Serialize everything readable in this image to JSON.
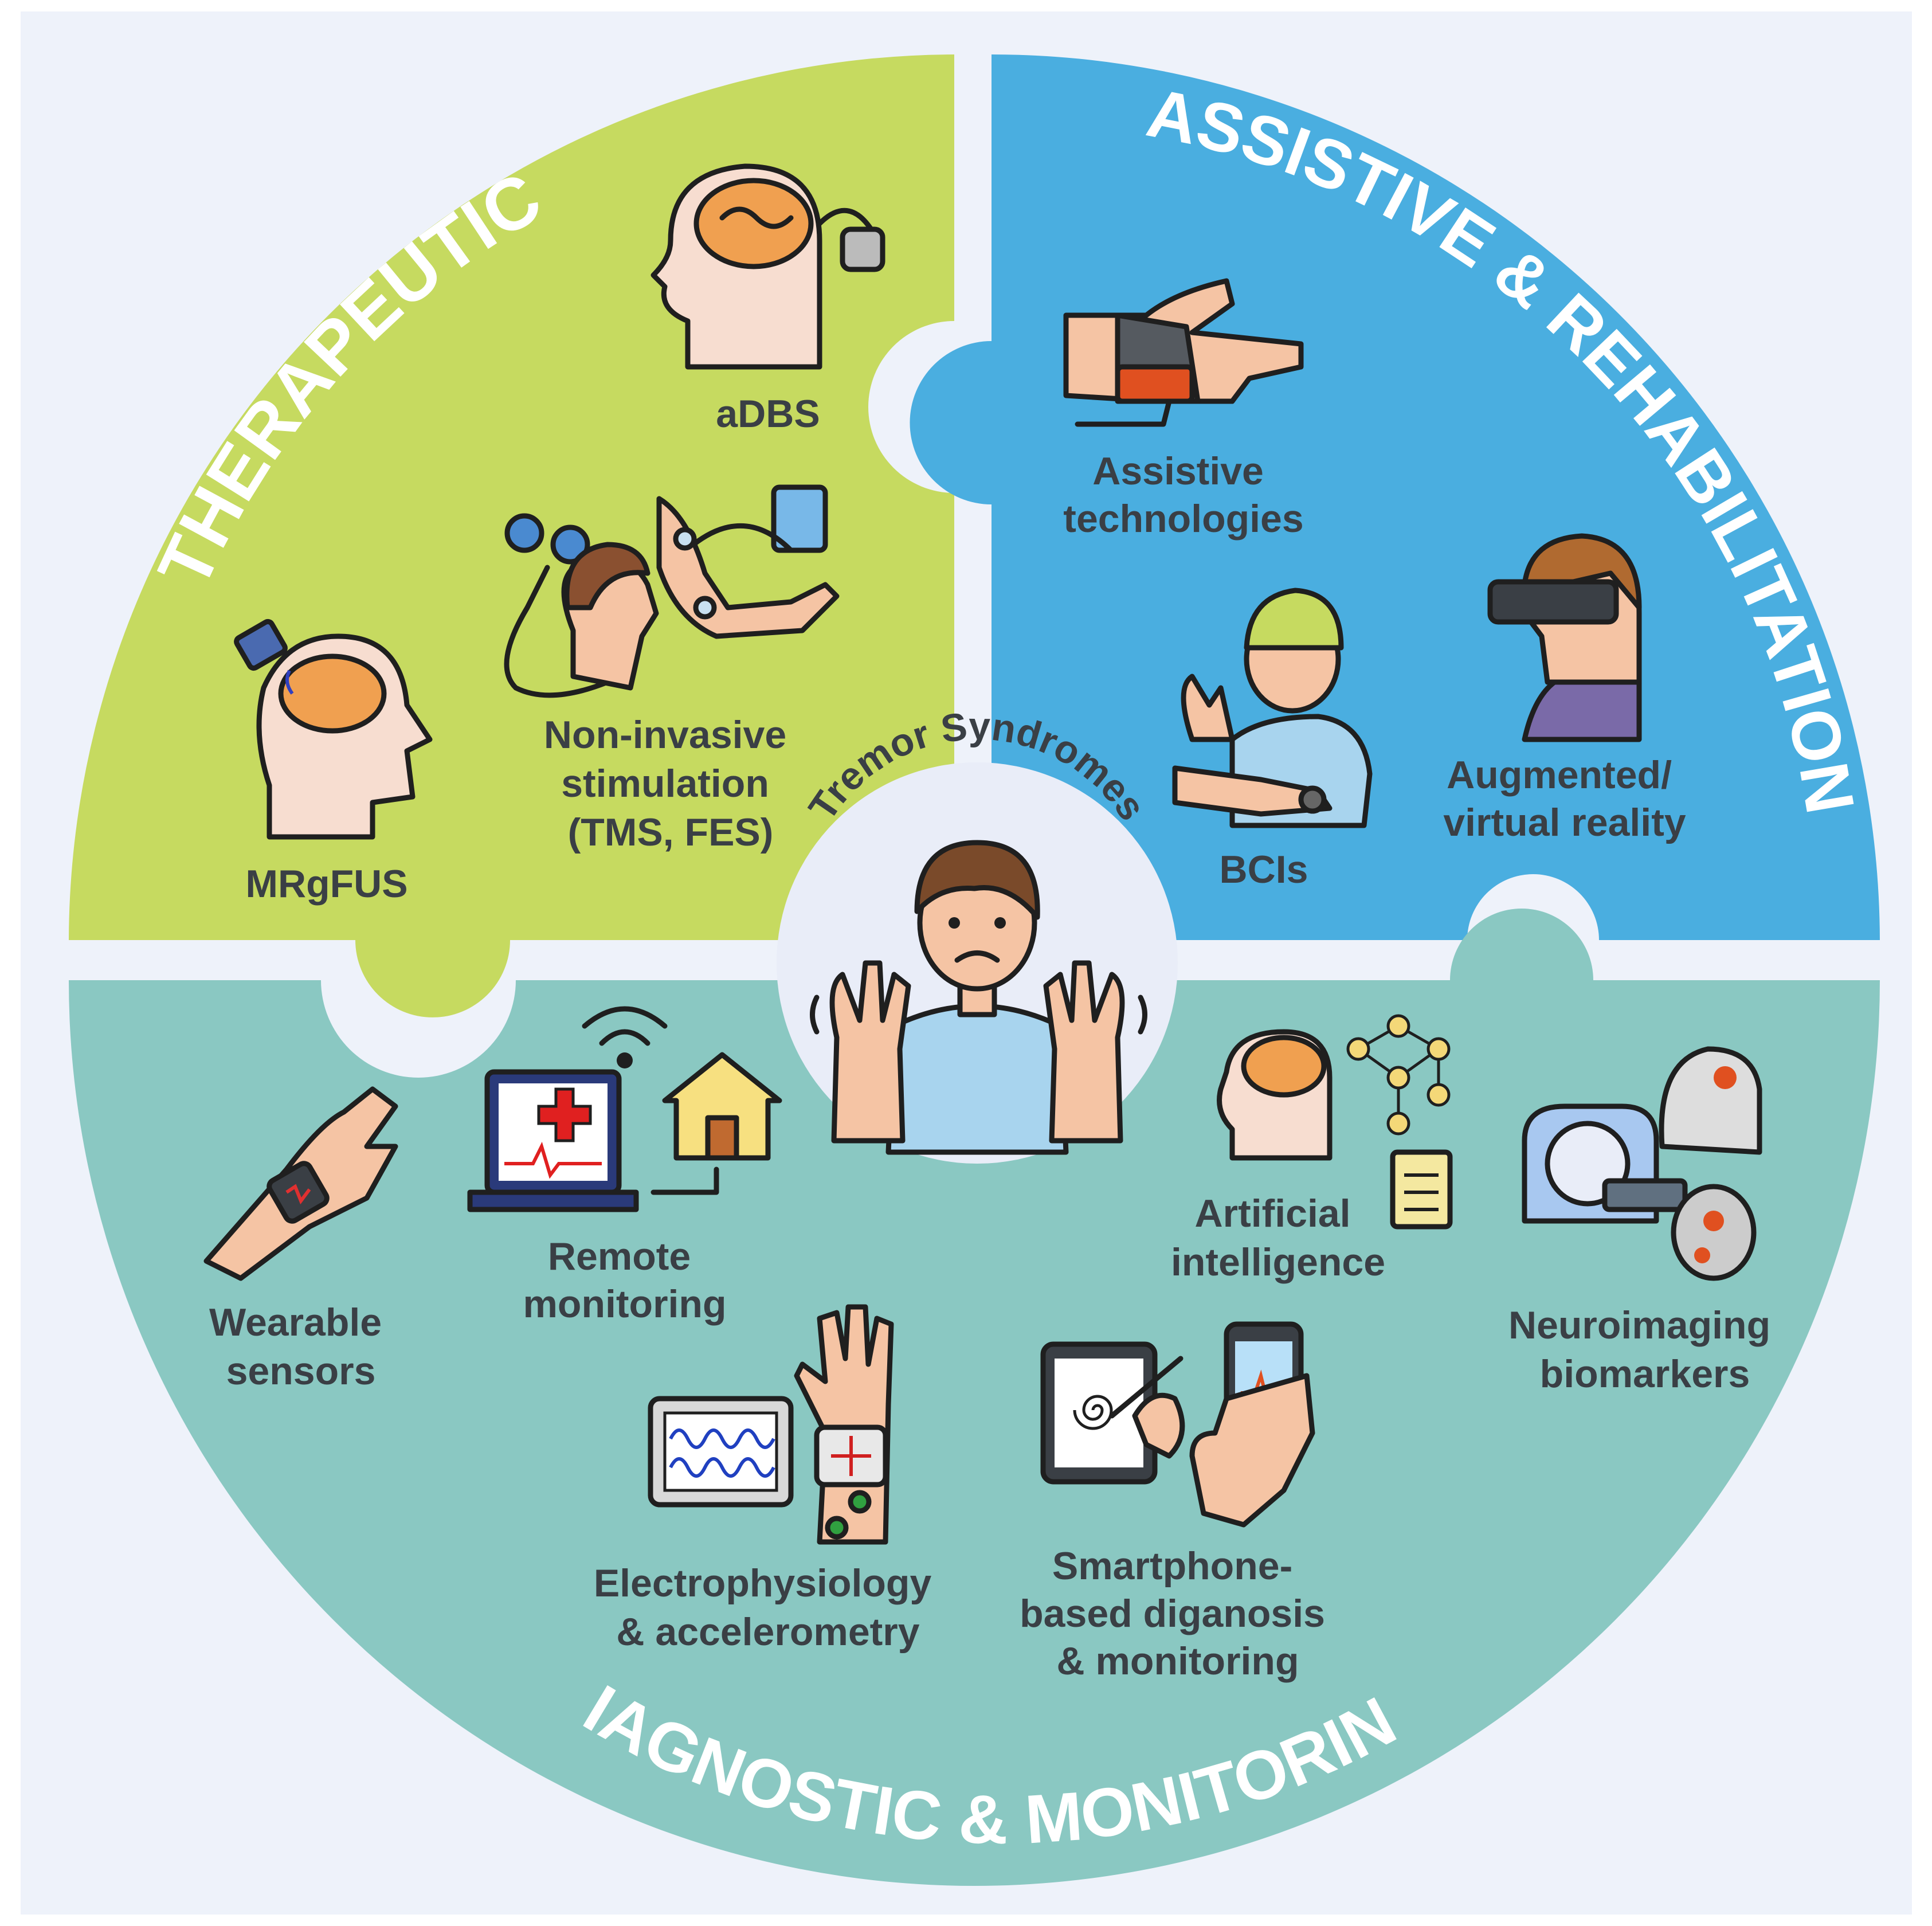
{
  "center": {
    "title": "Tremor Syndromes"
  },
  "quadrants": {
    "therapeutic": {
      "title": "THERAPEUTIC",
      "color": "#c6da60",
      "items": {
        "adbs": [
          "aDBS"
        ],
        "noninvasive": [
          "Non-invasive",
          "stimulation",
          "(TMS, FES)"
        ],
        "mrgfus": [
          "MRgFUS"
        ]
      }
    },
    "assistive": {
      "title": "ASSISTIVE & REHABILITATION",
      "color": "#4aaee0",
      "items": {
        "assistive_tech": [
          "Assistive",
          "technologies"
        ],
        "bcis": [
          "BCIs"
        ],
        "ar_vr": [
          "Augmented/",
          "virtual reality"
        ]
      }
    },
    "diagnostic": {
      "title": "DIAGNOSTIC & MONITORING",
      "color": "#8ac8c2",
      "items": {
        "wearable": [
          "Wearable",
          "sensors"
        ],
        "remote": [
          "Remote",
          "monitoring"
        ],
        "ai": [
          "Artificial",
          "intelligence"
        ],
        "neuroimaging": [
          "Neuroimaging",
          "biomarkers"
        ],
        "electrophys": [
          "Electrophysiology",
          "& accelerometry"
        ],
        "smartphone": [
          "Smartphone-",
          "based diganosis",
          "& monitoring"
        ]
      }
    }
  },
  "colors": {
    "background": "#eef2fa",
    "skin": "#f5c4a4",
    "brain": "#f0a050",
    "outline": "#1f1f1f",
    "label": "#3a3f45"
  },
  "icons": [
    "brain-implant-icon",
    "tms-coil-icon",
    "electrode-arm-icon",
    "focused-ultrasound-head-icon",
    "wrist-orthosis-icon",
    "eeg-cap-patient-icon",
    "vr-headset-icon",
    "worried-person-icon",
    "smartwatch-icon",
    "laptop-telemedicine-icon",
    "house-icon",
    "ai-network-icon",
    "mri-scanner-icon",
    "oscilloscope-icon",
    "accelerometer-hand-icon",
    "tablet-spiral-icon",
    "smartphone-icon"
  ]
}
